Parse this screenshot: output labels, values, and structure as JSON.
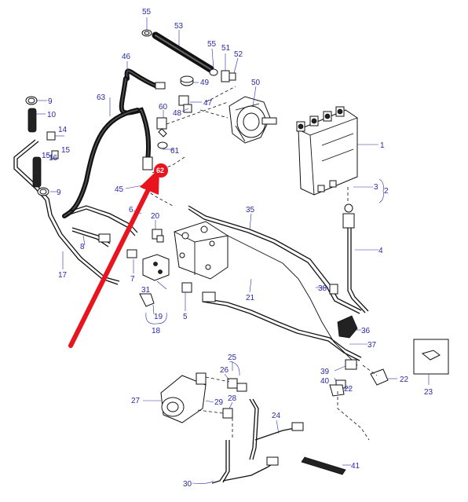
{
  "diagram": {
    "labels": {
      "p55a": "55",
      "p53": "53",
      "p55b": "55",
      "p51": "51",
      "p52": "52",
      "p46": "46",
      "p49": "49",
      "p50": "50",
      "p63": "63",
      "p60": "60",
      "p47": "47",
      "p48": "48",
      "p9a": "9",
      "p10": "10",
      "p14": "14",
      "p15a": "15",
      "p15b": "15",
      "p16": "16",
      "p61": "61",
      "p62": "62",
      "p1": "1",
      "p3": "3",
      "p2": "2",
      "p45": "45",
      "p9b": "9",
      "p6": "6",
      "p35": "35",
      "p20": "20",
      "p4": "4",
      "p8": "8",
      "p17": "17",
      "p7": "7",
      "p31": "31",
      "p38": "38",
      "p21": "21",
      "p19": "19",
      "p5": "5",
      "p18": "18",
      "p36": "36",
      "p37": "37",
      "p25": "25",
      "p26": "26",
      "p39": "39",
      "p22a": "22",
      "p40": "40",
      "p22b": "22",
      "p23": "23",
      "p27": "27",
      "p28": "28",
      "p29": "29",
      "p24": "24",
      "p30": "30",
      "p41": "41"
    },
    "highlight_color": "#e8141e",
    "label_color": "#2a2aa8"
  }
}
